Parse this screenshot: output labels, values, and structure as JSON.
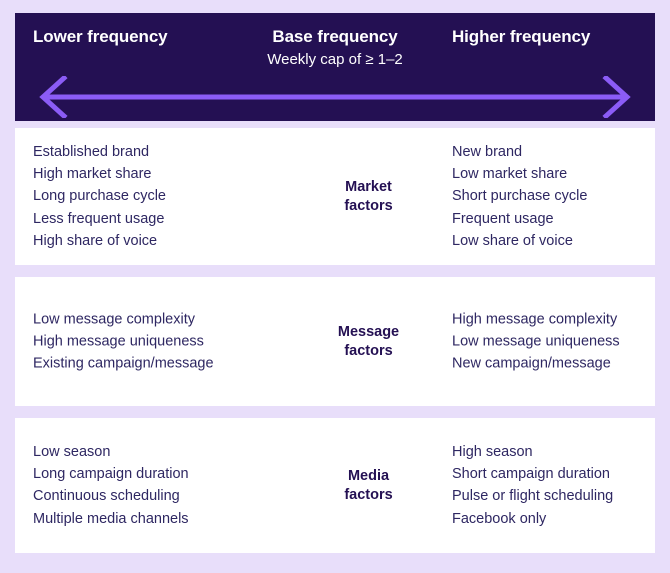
{
  "colors": {
    "page_background": "#E8DEFA",
    "banner_background": "#241053",
    "arrow": "#8B5CF6",
    "card_background": "#FFFFFF",
    "body_text": "#2E2762",
    "heading_text": "#241053",
    "banner_text": "#FFFFFF"
  },
  "banner": {
    "left_label": "Lower frequency",
    "center_label": "Base frequency",
    "center_sublabel": "Weekly cap of ≥ 1–2",
    "right_label": "Higher frequency",
    "arrow_name": "double-headed-arrow-icon"
  },
  "rows": [
    {
      "center_label_line1": "Market",
      "center_label_line2": "factors",
      "left_items": [
        "Established brand",
        "High market share",
        "Long purchase cycle",
        "Less frequent usage",
        "High share of voice"
      ],
      "right_items": [
        "New brand",
        "Low market share",
        "Short purchase cycle",
        "Frequent usage",
        "Low share of voice"
      ]
    },
    {
      "center_label_line1": "Message",
      "center_label_line2": "factors",
      "left_items": [
        "Low message complexity",
        "High message uniqueness",
        "Existing campaign/message"
      ],
      "right_items": [
        "High message complexity",
        "Low message uniqueness",
        "New campaign/message"
      ]
    },
    {
      "center_label_line1": "Media",
      "center_label_line2": "factors",
      "left_items": [
        "Low season",
        "Long campaign duration",
        "Continuous scheduling",
        "Multiple media channels"
      ],
      "right_items": [
        "High season",
        "Short campaign duration",
        "Pulse or flight scheduling",
        "Facebook only"
      ]
    }
  ]
}
